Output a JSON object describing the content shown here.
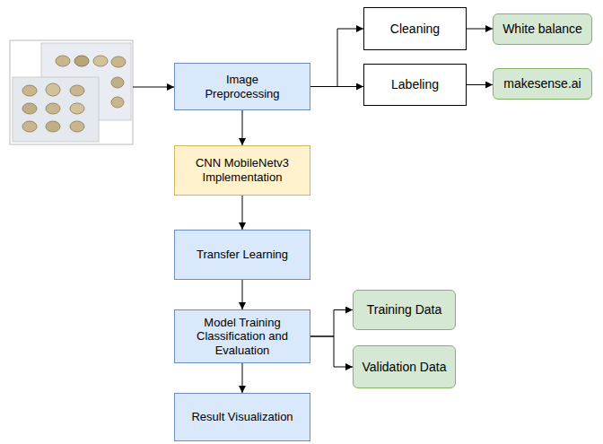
{
  "diagram": {
    "nodes": [
      {
        "text": [
          "Image Preprocessing"
        ]
      },
      {
        "text": [
          "Cleaning"
        ]
      },
      {
        "text": [
          "White balance"
        ]
      },
      {
        "text": [
          "Labeling"
        ]
      },
      {
        "text": [
          "makesense.ai"
        ]
      },
      {
        "text": [
          "CNN MobileNetv3 Implementation"
        ]
      },
      {
        "text": [
          "Transfer Learning"
        ]
      },
      {
        "text": [
          "Model Training Classification and Evaluation"
        ]
      },
      {
        "text": [
          "Training Data"
        ]
      },
      {
        "text": [
          "Validation Data"
        ]
      },
      {
        "text": [
          "Result Visualization"
        ]
      }
    ],
    "edges": [
      {
        "from": 0,
        "to": 1,
        "arrow": "to"
      },
      {
        "from": 0,
        "to": 3,
        "arrow": "to"
      },
      {
        "from": 1,
        "to": 2,
        "arrow": "to"
      },
      {
        "from": 3,
        "to": 4,
        "arrow": "to"
      },
      {
        "from": 0,
        "to": 5,
        "arrow": "to"
      },
      {
        "from": 5,
        "to": 6,
        "arrow": "to"
      },
      {
        "from": 6,
        "to": 7,
        "arrow": "to"
      },
      {
        "from": 7,
        "to": 8,
        "arrow": "to"
      },
      {
        "from": 7,
        "to": 9,
        "arrow": "to"
      },
      {
        "from": 7,
        "to": 10,
        "arrow": "to"
      }
    ]
  }
}
